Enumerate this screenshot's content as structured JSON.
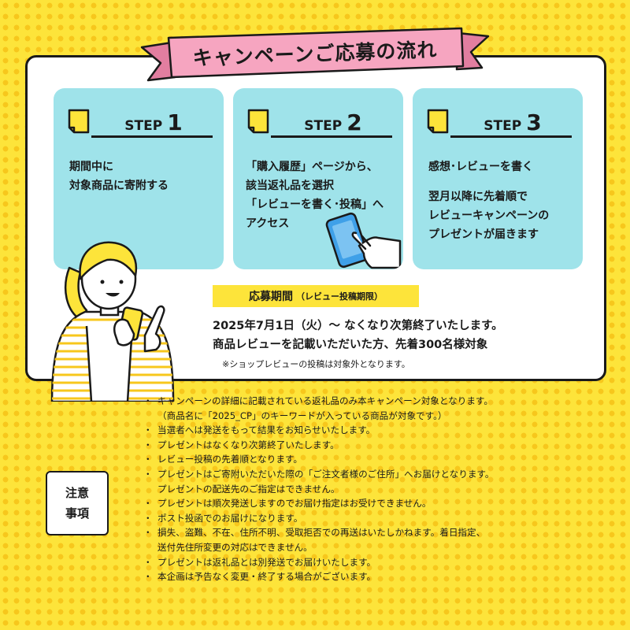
{
  "title": "キャンペーンご応募の流れ",
  "steps": [
    {
      "word": "STEP",
      "number": "1",
      "lines": [
        "期間中に",
        "対象商品に寄附する"
      ]
    },
    {
      "word": "STEP",
      "number": "2",
      "lines": [
        "「購入履歴」ページから、",
        "該当返礼品を選択",
        "「レビューを書く･投稿」へ",
        "アクセス"
      ]
    },
    {
      "word": "STEP",
      "number": "3",
      "lines": [
        "感想･レビューを書く"
      ],
      "lines2": [
        "翌月以降に先着順で",
        "レビューキャンペーンの",
        "プレゼントが届きます"
      ]
    }
  ],
  "period": {
    "label": "応募期間",
    "sub": "（レビュー投稿期限）",
    "line1": "2025年7月1日（火）～ なくなり次第終了いたします。",
    "line2": "商品レビューを記載いただいた方、先着300名様対象",
    "note": "※ショップレビューの投稿は対象外となります。"
  },
  "notes": {
    "title1": "注意",
    "title2": "事項",
    "bullet": "・",
    "items": [
      {
        "text": "キャンペーンの詳細に記載されている返礼品のみ本キャンペーン対象となります。",
        "cont": "（商品名に「2025_CP」のキーワードが入っている商品が対象です。）"
      },
      {
        "text": "当選者へは発送をもって結果をお知らせいたします。"
      },
      {
        "text": "プレゼントはなくなり次第終了いたします。"
      },
      {
        "text": "レビュー投稿の先着順となります。"
      },
      {
        "text": "プレゼントはご寄附いただいた際の「ご注文者様のご住所」へお届けとなります。",
        "cont": "プレゼントの配送先のご指定はできません。"
      },
      {
        "text": "プレゼントは順次発送しますのでお届け指定はお受けできません。"
      },
      {
        "text": "ポスト投函でのお届けになります。"
      },
      {
        "text": "損失、盗難、不在、住所不明、受取拒否での再送はいたしかねます。着日指定、",
        "cont": "送付先住所変更の対応はできません。"
      },
      {
        "text": "プレゼントは返礼品とは別発送でお届けいたします。"
      },
      {
        "text": "本企画は予告なく変更・終了する場合がございます。"
      }
    ]
  },
  "colors": {
    "background": "#fde43a",
    "dots": "#f7c71c",
    "panel": "#ffffff",
    "step_card": "#9fe3ea",
    "ribbon": "#f6a5c0",
    "ribbon_dark": "#e27ea0",
    "note_icon": "#fde43a",
    "phone": "#3fa0e8",
    "ink": "#1a1a1a"
  },
  "icons": [
    "sticky-note-icon",
    "smartphone-icon",
    "hand-icon"
  ]
}
